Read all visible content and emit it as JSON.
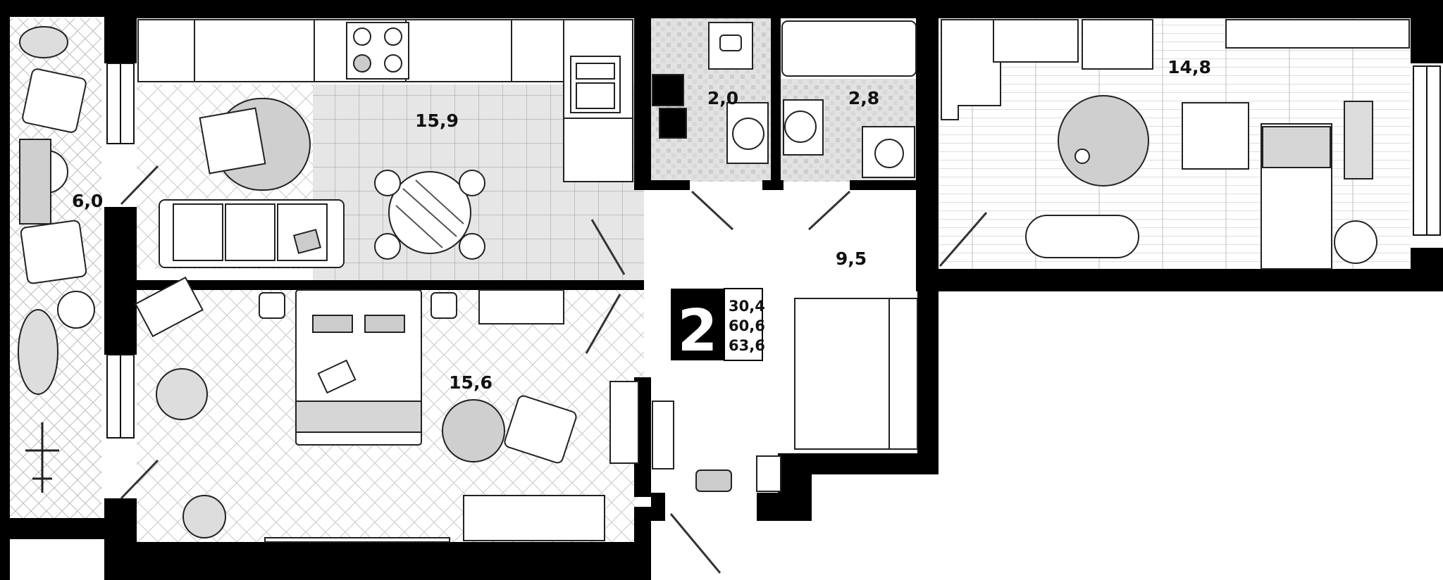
{
  "plan": {
    "rooms": [
      {
        "id": "balcony",
        "area": "6,0"
      },
      {
        "id": "kitchen-living",
        "area": "15,9"
      },
      {
        "id": "toilet",
        "area": "2,0"
      },
      {
        "id": "bathroom",
        "area": "2,8"
      },
      {
        "id": "bedroom-right",
        "area": "14,8"
      },
      {
        "id": "hall",
        "area": "9,5"
      },
      {
        "id": "bedroom-left",
        "area": "15,6"
      }
    ],
    "summary": {
      "rooms_count": "2",
      "living_area": "30,4",
      "total_area": "60,6",
      "total_with_balcony": "63,6"
    }
  },
  "colors": {
    "wall": "#000000",
    "floor_tile": "#e4e4e4",
    "rug": "#cfcfcf",
    "line": "#222222"
  }
}
